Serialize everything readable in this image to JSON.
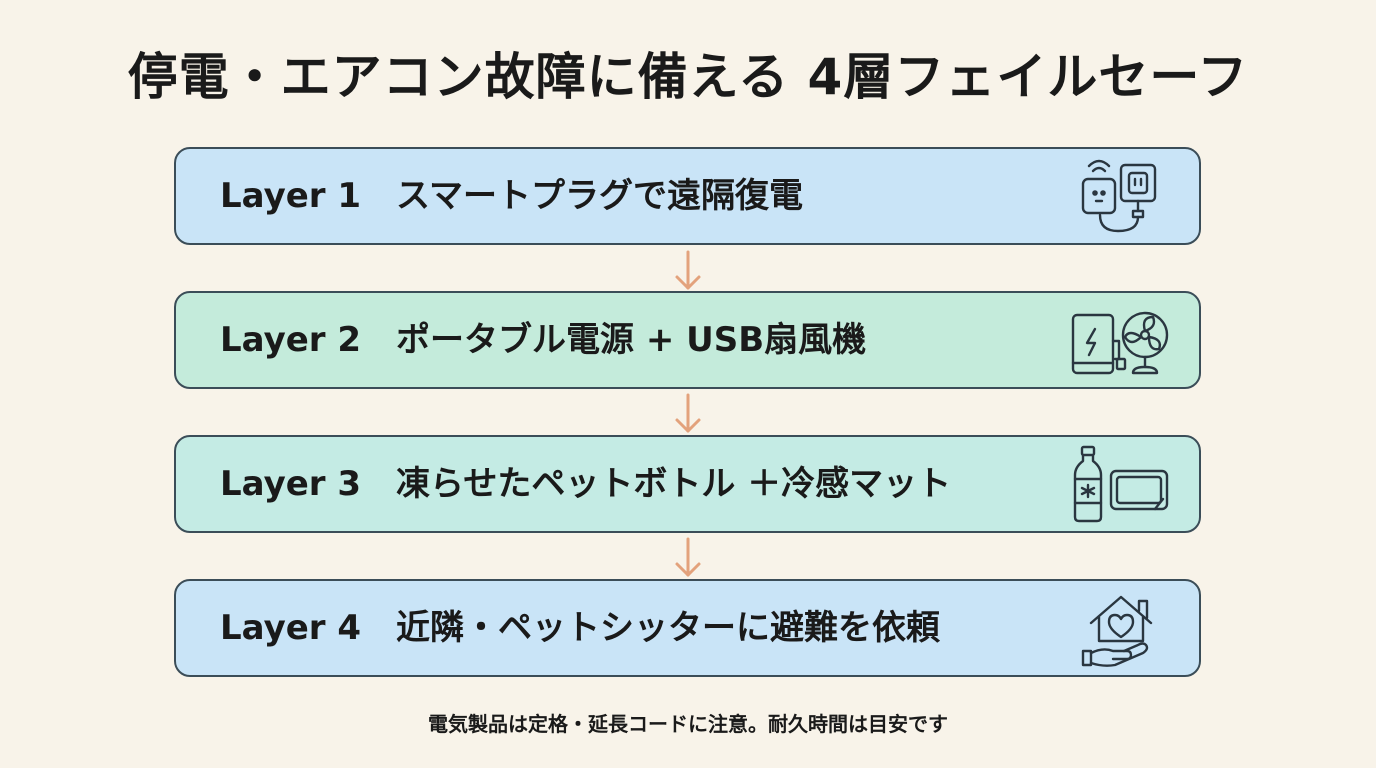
{
  "title": "停電・エアコン故障に備える 4層フェイルセーフ",
  "layers": [
    {
      "num": "Layer 1",
      "text": "スマートプラグで遠隔復電",
      "icon": "smart-plug-icon",
      "color": "#c9e4f7"
    },
    {
      "num": "Layer 2",
      "text": "ポータブル電源 + USB扇風機",
      "icon": "power-bank-fan-icon",
      "color": "#c4ebdb"
    },
    {
      "num": "Layer 3",
      "text": "凍らせたペットボトル ＋冷感マット",
      "icon": "bottle-cooling-mat-icon",
      "color": "#c4ebe4"
    },
    {
      "num": "Layer 4",
      "text": "近隣・ペットシッターに避難を依頼",
      "icon": "house-heart-hand-icon",
      "color": "#c9e4f7"
    }
  ],
  "arrow_color": "#e3a27c",
  "footer": "電気製品は定格・延長コードに注意。耐久時間は目安です"
}
